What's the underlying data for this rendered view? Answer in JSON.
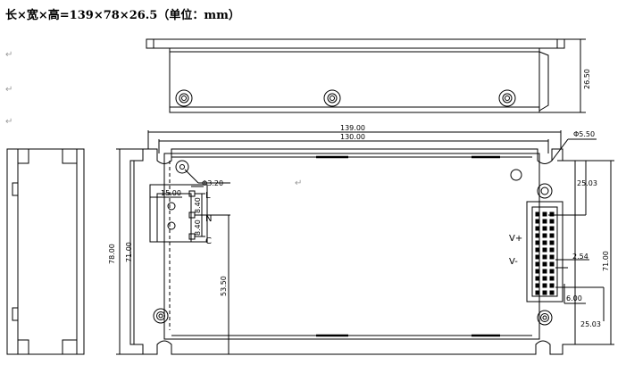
{
  "title": "长×宽×高=139×78×26.5（单位：mm）",
  "pilcrow": "↵",
  "dims": {
    "height": "26.50",
    "overall_length": "139.00",
    "inner_length": "130.00",
    "hole_large": "Φ5.50",
    "hole_small": "Φ3.20",
    "right_offset_top": "25.03",
    "right_offset_bottom": "25.03",
    "pin_pitch": "2.54",
    "pin_offset": "6.00",
    "overall_width": "78.00",
    "inner_width_left": "71.00",
    "inner_width_right": "71.00",
    "terminal_width": "15.00",
    "terminal_pitch_1": "8.40",
    "terminal_pitch_2": "8.40",
    "terminal_depth": "53.50"
  },
  "labels": {
    "terminal_l": "L",
    "terminal_n": "N",
    "terminal_c": "C",
    "output_plus": "V+",
    "output_minus": "V-"
  }
}
